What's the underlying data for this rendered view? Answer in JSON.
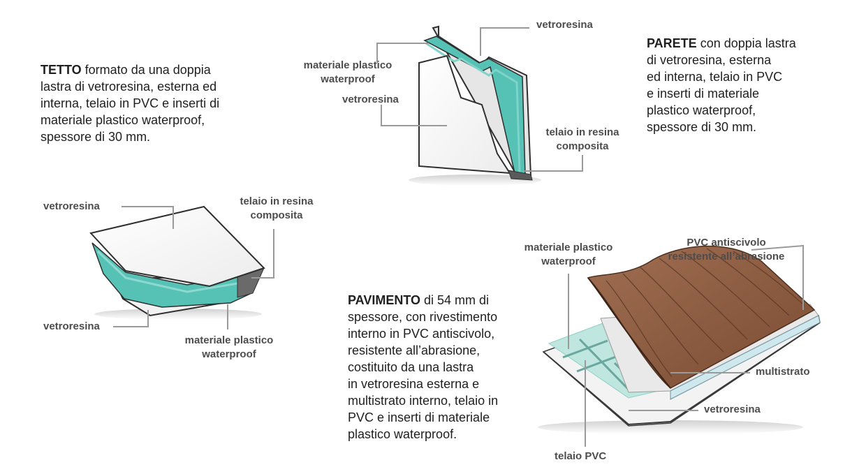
{
  "roof": {
    "heading": "TETTO",
    "lines": [
      " formato da una doppia",
      "lastra di vetroresina, esterna ed",
      "interna, telaio in PVC e inserti di",
      "materiale plastico waterproof,",
      "spessore di 30 mm."
    ],
    "labels": {
      "top_vetroresina": "vetroresina",
      "telaio": [
        "telaio in resina",
        "composita"
      ],
      "bottom_vetroresina": "vetroresina",
      "materiale": [
        "materiale plastico",
        "waterproof"
      ]
    }
  },
  "wall": {
    "heading": "PARETE",
    "lines": [
      " con doppia lastra",
      "di vetroresina, esterna",
      "ed interna, telaio in PVC",
      "e inserti di materiale",
      "plastico waterproof,",
      "spessore di 30 mm."
    ],
    "labels": {
      "top_vetroresina": "vetroresina",
      "materiale": [
        "materiale plastico",
        "waterproof"
      ],
      "inner_vetroresina": "vetroresina",
      "telaio": [
        "telaio in resina",
        "composita"
      ]
    }
  },
  "floor": {
    "heading": "PAVIMENTO",
    "lines": [
      " di 54 mm di",
      "spessore, con rivestimento",
      "interno in PVC antiscivolo,",
      "resistente all’abrasione,",
      "costituito da una lastra",
      "in vetroresina esterna e",
      "multistrato interno, telaio in",
      "PVC e inserti di materiale",
      "plastico waterproof."
    ],
    "labels": {
      "materiale": [
        "materiale plastico",
        "waterproof"
      ],
      "pvc": [
        "PVC antiscivolo",
        "resistente all’abrasione"
      ],
      "multistrato": "multistrato",
      "vetroresina": "vetroresina",
      "telaio_pvc": "telaio PVC"
    }
  },
  "colors": {
    "panel": "#f5f5f5",
    "edge": "#2f2f2f",
    "insulation": "#56c2b6",
    "insulation_light": "#bfe6df",
    "wood": "#8a5a40",
    "leader": "#9a9a9a",
    "label": "#4d4d4d"
  }
}
